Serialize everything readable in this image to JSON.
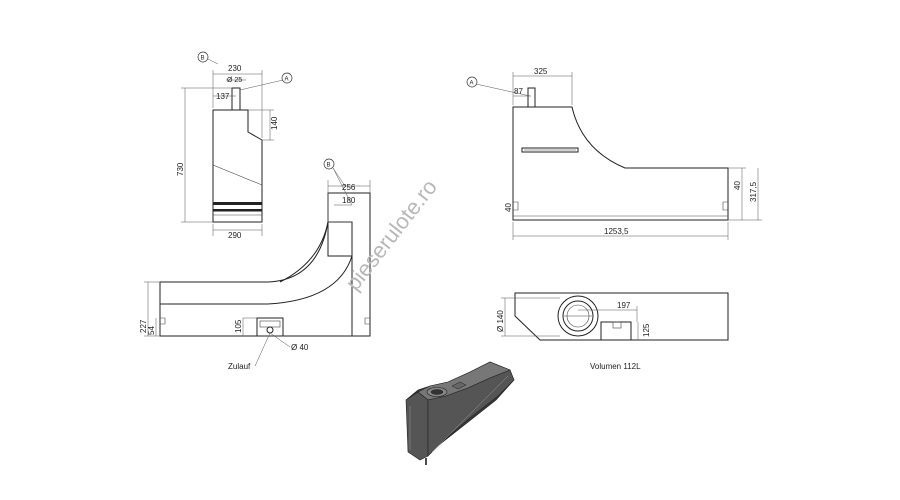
{
  "front_view": {
    "ref": "B",
    "dims": {
      "top": "230",
      "dia": "Ø 25",
      "inner": "137",
      "right": "140",
      "height": "730",
      "bottom": "290"
    }
  },
  "callout_a_left": "A",
  "lower_view": {
    "ref": "B",
    "dims": {
      "top": "256",
      "inner": "180",
      "left_h": "227",
      "left_small": "54",
      "mid": "105",
      "hole": "Ø 40"
    },
    "inlet_label": "Zulauf"
  },
  "side_view": {
    "ref": "A",
    "dims": {
      "top": "325",
      "small": "87",
      "r1": "40",
      "r2": "317,5",
      "left": "40",
      "length": "1253,5"
    }
  },
  "top_view": {
    "dims": {
      "dia": "Ø 140",
      "width": "197",
      "depth": "125"
    }
  },
  "volume_label": "Volumen 112L",
  "watermark": "pieserulote.ro"
}
